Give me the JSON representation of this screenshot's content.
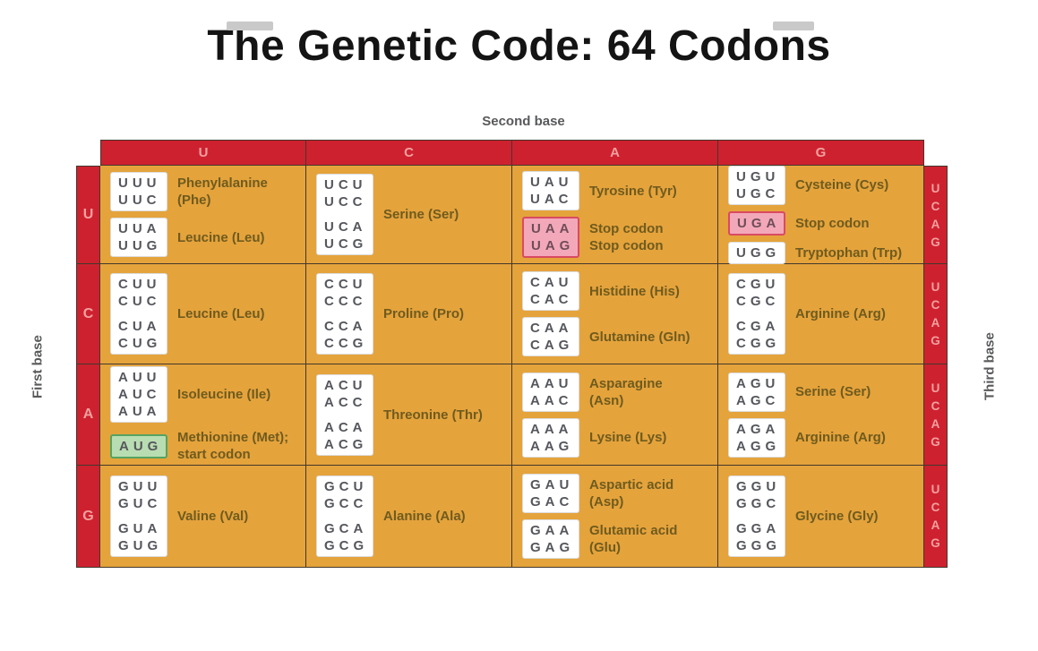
{
  "title": "The Genetic Code: 64 Codons",
  "axes": {
    "top": "Second base",
    "left": "First base",
    "right": "Third base"
  },
  "column_headers": [
    "U",
    "C",
    "A",
    "G"
  ],
  "row_headers": [
    "U",
    "C",
    "A",
    "G"
  ],
  "third_base_letters": [
    "U",
    "C",
    "A",
    "G"
  ],
  "colors": {
    "red": "#CE2130",
    "orange": "#E5A33C",
    "header_letter": "#F2A19E",
    "codon_text": "#55575C",
    "label_text": "#6F5B1E",
    "stop_fill": "#F3A8BA",
    "stop_border": "#D94A62",
    "stop_text": "#6F4D58",
    "start_fill": "#B9DDB2",
    "start_border": "#56A361",
    "axis_text": "#58595B",
    "grid_line": "#42382C"
  },
  "grid": [
    [
      {
        "groups": [
          {
            "codons": [
              "UUU",
              "UUC"
            ],
            "label": "Phenylalanine\n(Phe)",
            "type": "normal"
          },
          {
            "codons": [
              "UUA",
              "UUG"
            ],
            "label": "Leucine (Leu)",
            "type": "normal"
          }
        ]
      },
      {
        "groups": [
          {
            "codons": [
              "UCU",
              "UCC",
              "UCA",
              "UCG"
            ],
            "label": "Serine (Ser)",
            "type": "normal"
          }
        ]
      },
      {
        "groups": [
          {
            "codons": [
              "UAU",
              "UAC"
            ],
            "label": "Tyrosine (Tyr)",
            "type": "normal"
          },
          {
            "codons": [
              "UAA",
              "UAG"
            ],
            "label": "Stop codon\nStop codon",
            "type": "stop"
          }
        ]
      },
      {
        "groups": [
          {
            "codons": [
              "UGU",
              "UGC"
            ],
            "label": "Cysteine (Cys)",
            "type": "normal"
          },
          {
            "codons": [
              "UGA"
            ],
            "label": "Stop codon",
            "type": "stop"
          },
          {
            "codons": [
              "UGG"
            ],
            "label": "Tryptophan (Trp)",
            "type": "normal"
          }
        ]
      }
    ],
    [
      {
        "groups": [
          {
            "codons": [
              "CUU",
              "CUC",
              "CUA",
              "CUG"
            ],
            "label": "Leucine (Leu)",
            "type": "normal"
          }
        ]
      },
      {
        "groups": [
          {
            "codons": [
              "CCU",
              "CCC",
              "CCA",
              "CCG"
            ],
            "label": "Proline (Pro)",
            "type": "normal"
          }
        ]
      },
      {
        "groups": [
          {
            "codons": [
              "CAU",
              "CAC"
            ],
            "label": "Histidine (His)",
            "type": "normal"
          },
          {
            "codons": [
              "CAA",
              "CAG"
            ],
            "label": "Glutamine (Gln)",
            "type": "normal"
          }
        ]
      },
      {
        "groups": [
          {
            "codons": [
              "CGU",
              "CGC",
              "CGA",
              "CGG"
            ],
            "label": "Arginine (Arg)",
            "type": "normal"
          }
        ]
      }
    ],
    [
      {
        "groups": [
          {
            "codons": [
              "AUU",
              "AUC",
              "AUA"
            ],
            "label": "Isoleucine (Ile)",
            "type": "normal"
          },
          {
            "codons": [
              "AUG"
            ],
            "label": "Methionine (Met);\nstart codon",
            "type": "start"
          }
        ]
      },
      {
        "groups": [
          {
            "codons": [
              "ACU",
              "ACC",
              "ACA",
              "ACG"
            ],
            "label": "Threonine (Thr)",
            "type": "normal"
          }
        ]
      },
      {
        "groups": [
          {
            "codons": [
              "AAU",
              "AAC"
            ],
            "label": "Asparagine\n(Asn)",
            "type": "normal"
          },
          {
            "codons": [
              "AAA",
              "AAG"
            ],
            "label": "Lysine (Lys)",
            "type": "normal"
          }
        ]
      },
      {
        "groups": [
          {
            "codons": [
              "AGU",
              "AGC"
            ],
            "label": "Serine (Ser)",
            "type": "normal"
          },
          {
            "codons": [
              "AGA",
              "AGG"
            ],
            "label": "Arginine (Arg)",
            "type": "normal"
          }
        ]
      }
    ],
    [
      {
        "groups": [
          {
            "codons": [
              "GUU",
              "GUC",
              "GUA",
              "GUG"
            ],
            "label": "Valine (Val)",
            "type": "normal"
          }
        ]
      },
      {
        "groups": [
          {
            "codons": [
              "GCU",
              "GCC",
              "GCA",
              "GCG"
            ],
            "label": "Alanine (Ala)",
            "type": "normal"
          }
        ]
      },
      {
        "groups": [
          {
            "codons": [
              "GAU",
              "GAC"
            ],
            "label": "Aspartic acid\n(Asp)",
            "type": "normal"
          },
          {
            "codons": [
              "GAA",
              "GAG"
            ],
            "label": "Glutamic acid\n(Glu)",
            "type": "normal"
          }
        ]
      },
      {
        "groups": [
          {
            "codons": [
              "GGU",
              "GGC",
              "GGA",
              "GGG"
            ],
            "label": "Glycine (Gly)",
            "type": "normal"
          }
        ]
      }
    ]
  ]
}
